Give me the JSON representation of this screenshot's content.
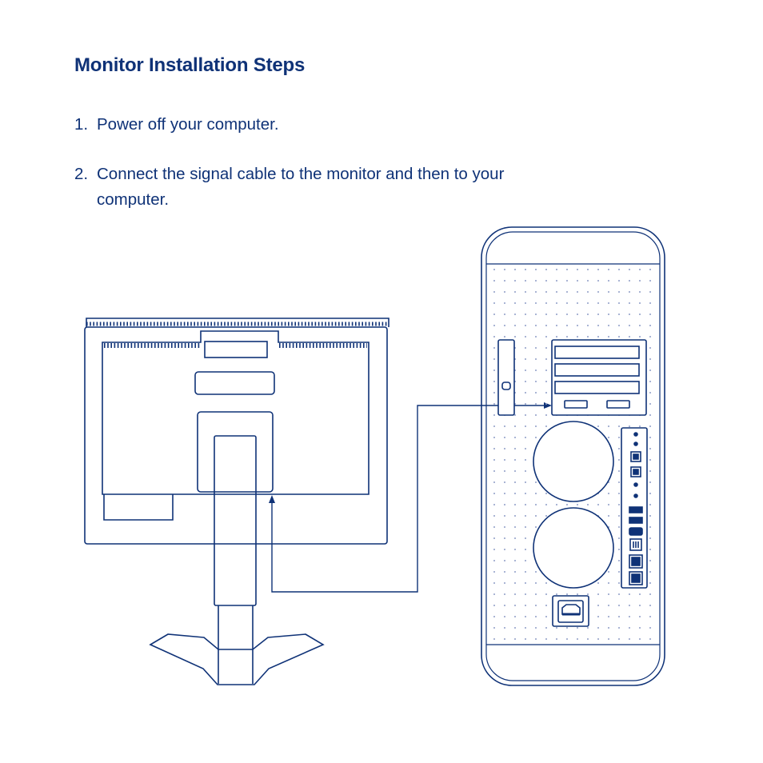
{
  "colors": {
    "ink": "#0f3277",
    "dots": "#8e9cc6",
    "background": "#ffffff"
  },
  "heading": "Monitor Installation Steps",
  "steps": [
    {
      "number": "1.",
      "text": "Power off your computer."
    },
    {
      "number": "2.",
      "text": "Connect the signal cable to the monitor and then to your computer."
    }
  ],
  "diagram": {
    "monitor": {
      "icon": "monitor-rear-icon"
    },
    "computer": {
      "icon": "tower-rear-icon",
      "drive_bays": 3,
      "fans": 2,
      "rear_ports": [
        "audio-jack",
        "audio-jack",
        "usb-port",
        "usb-port",
        "audio-jack",
        "audio-jack",
        "usb-port",
        "usb-port",
        "hdmi-port",
        "dvi-port",
        "ethernet-port",
        "ethernet-port"
      ]
    },
    "cable": {
      "from": "monitor-signal-port",
      "to": "computer-video-port",
      "icon": "arrow-icon"
    }
  }
}
